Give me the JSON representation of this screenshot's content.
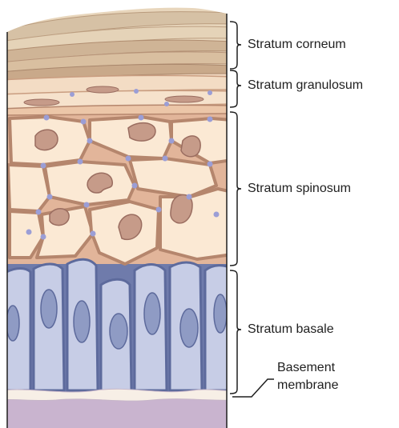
{
  "labels": {
    "corneum": "Stratum corneum",
    "granulosum": "Stratum granulosum",
    "spinosum": "Stratum spinosum",
    "basale": "Stratum basale",
    "basement_line1": "Basement",
    "basement_line2": "membrane"
  },
  "colors": {
    "corneum_fill": "#d9c3a2",
    "corneum_edge": "#b7957a",
    "granulosum_fill": "#f1d7bf",
    "spinosum_cell": "#fbe9d4",
    "spinosum_border": "#b5866d",
    "nucleus": "#c69b89",
    "nucleus_edge": "#9a6d60",
    "desmosome": "#9b9ed6",
    "basal_cell": "#c7cde6",
    "basal_border": "#5d6a9c",
    "basal_nucleus": "#8f9bc4",
    "basement_membrane": "#f7efe6",
    "dermis": "#c9b4cf",
    "bracket": "#1f1f1f"
  }
}
